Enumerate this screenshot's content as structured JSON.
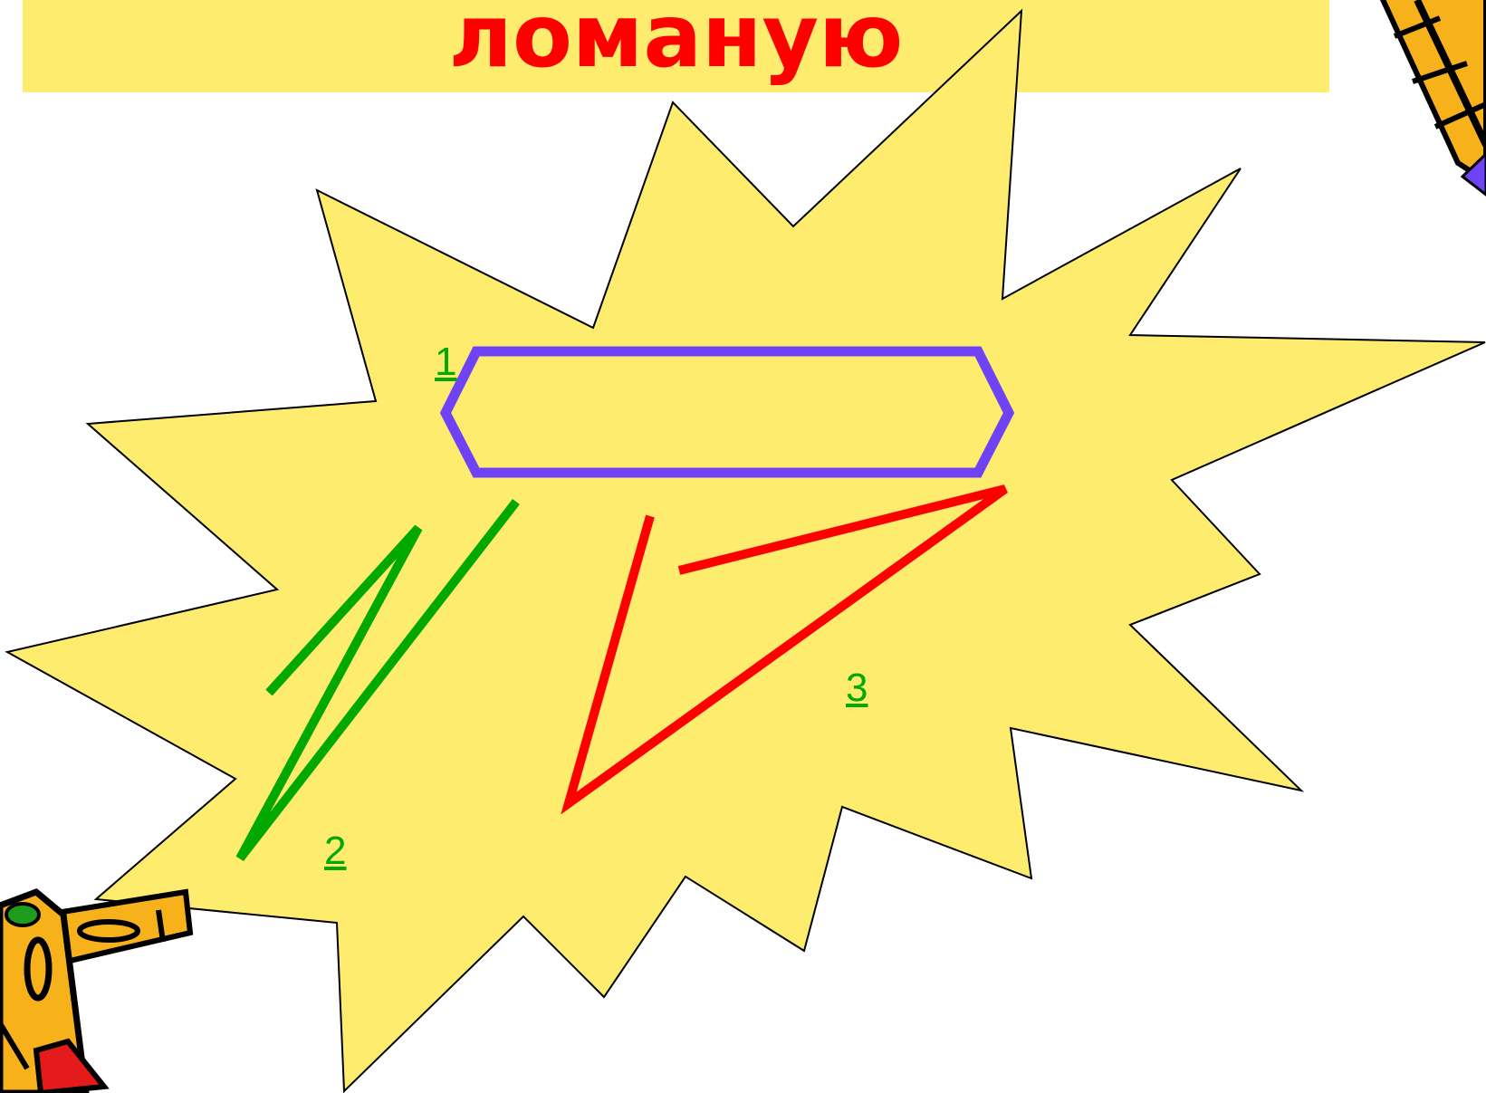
{
  "title": "ломаную",
  "links": [
    {
      "label": "1"
    },
    {
      "label": "2"
    },
    {
      "label": "3"
    }
  ],
  "colors": {
    "title_text": "#ff0000",
    "title_bar": "#fdec6e",
    "burst_fill": "#fdec6e",
    "hexagon_stroke": "#6f42f5",
    "polyline_green": "#00a800",
    "polyline_red": "#ff0000",
    "link_text": "#00a800"
  },
  "icons": [
    "pencil-icon-top-right",
    "pencils-icon-bottom-left"
  ]
}
